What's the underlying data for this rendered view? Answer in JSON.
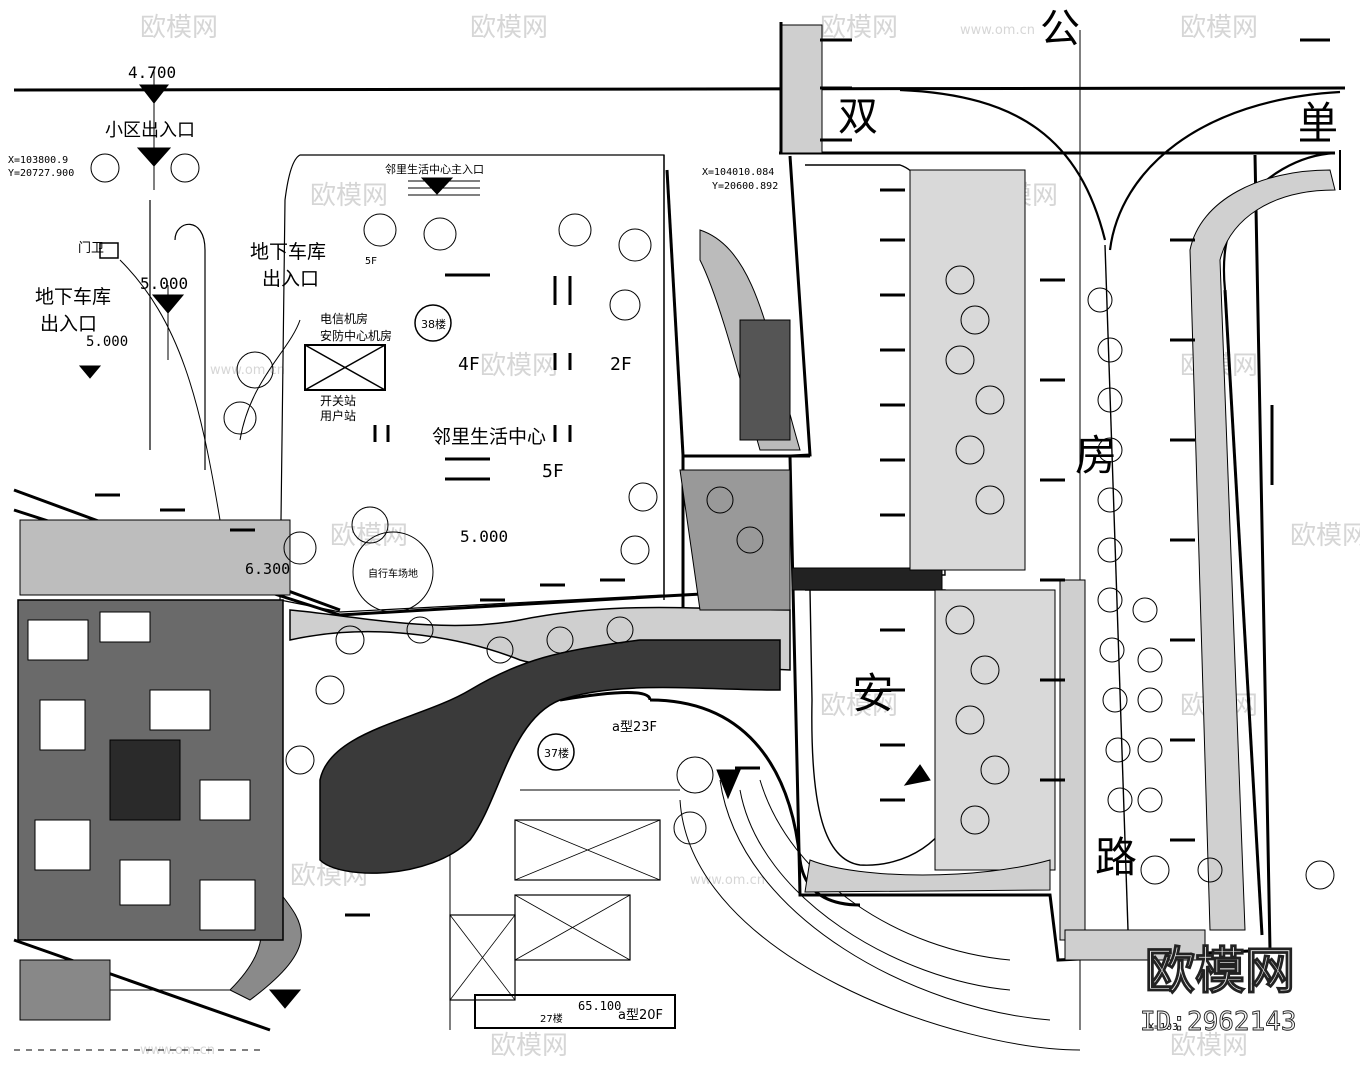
{
  "elevations": {
    "e1": "4.700",
    "e2": "5.000",
    "e3": "5.000",
    "e4": "5.000",
    "e5": "6.300",
    "e6": "65.100"
  },
  "labels": {
    "main_entrance": "小区出入口",
    "garage_west_1": "地下车库",
    "garage_west_2": "出入口",
    "garage_mid_1": "地下车库",
    "garage_mid_2": "出入口",
    "center_main_entrance": "邻里生活中心主入口",
    "telecom_room": "电信机房",
    "security_room": "安防中心机房",
    "switch_station": "开关站",
    "user_station": "用户站",
    "building_38": "38楼",
    "building_37": "37楼",
    "building_27": "27楼",
    "floor_5f_small": "5F",
    "floor_4f": "4F",
    "floor_2f": "2F",
    "floor_5f": "5F",
    "neighborhood_center": "邻里生活中心",
    "bike_parking": "自行车场地",
    "type_a_23f": "a型23F",
    "type_a_20f": "a型20F",
    "guard_booth": "门卫"
  },
  "roads": {
    "shuang": "双",
    "dan": "单",
    "an": "安",
    "fang": "房",
    "lu": "路",
    "top_partial": "公"
  },
  "coords": {
    "c1a": "X=103800.9",
    "c1b": "Y=20727.900",
    "c2a": "X=104010.084",
    "c2b": "Y=20600.892",
    "c3": "X=103"
  },
  "watermark": {
    "brand": "欧模网",
    "site": "www.om.cn",
    "id": "ID:2962143"
  },
  "colors": {
    "ink": "#000000",
    "watermark": "#d6d6d6"
  }
}
